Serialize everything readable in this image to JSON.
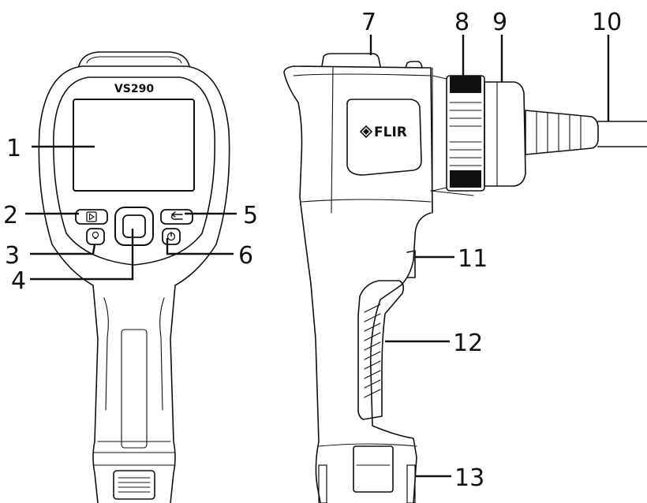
{
  "device": {
    "model_label": "VS290",
    "brand_label": "FLIR"
  },
  "callouts": {
    "c1": "1",
    "c2": "2",
    "c3": "3",
    "c4": "4",
    "c5": "5",
    "c6": "6",
    "c7": "7",
    "c8": "8",
    "c9": "9",
    "c10": "10",
    "c11": "11",
    "c12": "12",
    "c13": "13"
  },
  "icons": {
    "playback": "playback-icon",
    "lamp": "lamp-icon",
    "joystick": "joystick-icon",
    "back": "back-icon",
    "power": "power-icon",
    "brand_logo": "flir-logo-icon"
  }
}
